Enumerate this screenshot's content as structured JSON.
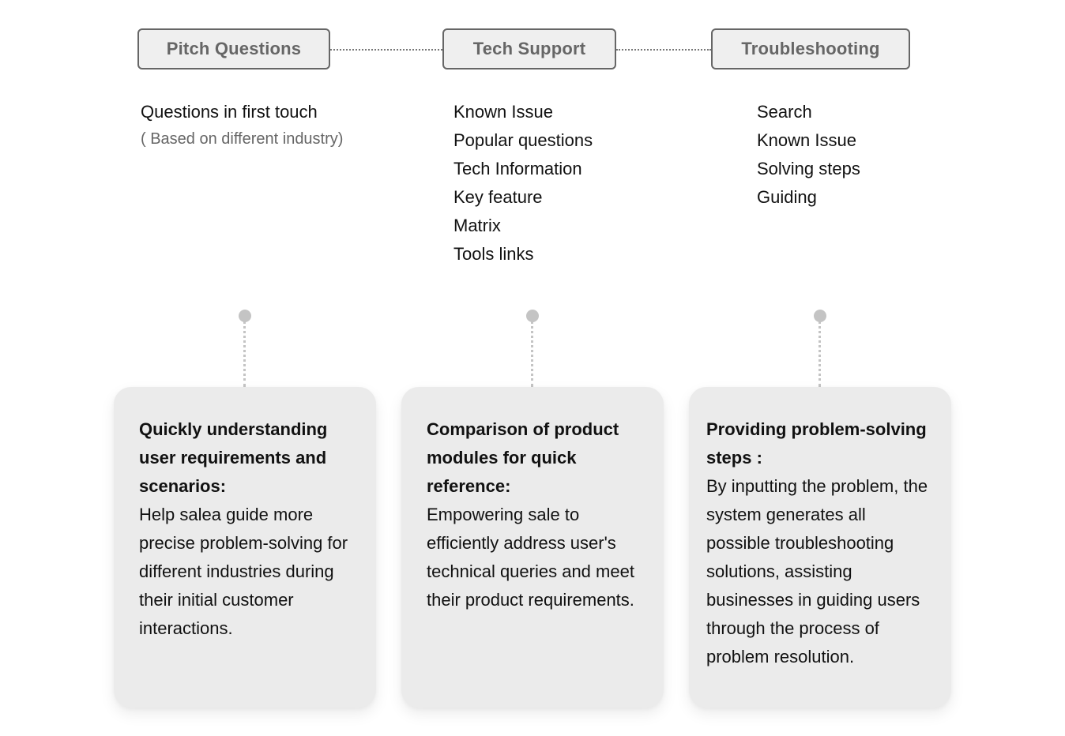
{
  "categories": [
    {
      "title": "Pitch Questions",
      "items": [
        "Questions in first touch"
      ],
      "note": "( Based on different industry)",
      "card": {
        "title": "Quickly understanding user requirements and scenarios:",
        "body": "Help salea guide more precise problem-solving for different industries during their initial customer interactions."
      }
    },
    {
      "title": "Tech Support",
      "items": [
        "Known Issue",
        "Popular questions",
        "Tech Information",
        "Key feature",
        "Matrix",
        "Tools links"
      ],
      "card": {
        "title": "Comparison of product modules for quick reference:",
        "body": "Empowering sale to efficiently address user's technical queries and meet their product requirements."
      }
    },
    {
      "title": "Troubleshooting",
      "items": [
        "Search",
        "Known Issue",
        "Solving steps",
        "Guiding"
      ],
      "card": {
        "title": "Providing problem-solving steps :",
        "body": "By inputting the problem, the system generates all possible troubleshooting solutions, assisting businesses in guiding users through the process of problem resolution."
      }
    }
  ],
  "colors": {
    "tag_border": "#666666",
    "tag_fill": "#efefef",
    "card_fill": "#ebebeb",
    "connector": "#c4c4c4"
  }
}
